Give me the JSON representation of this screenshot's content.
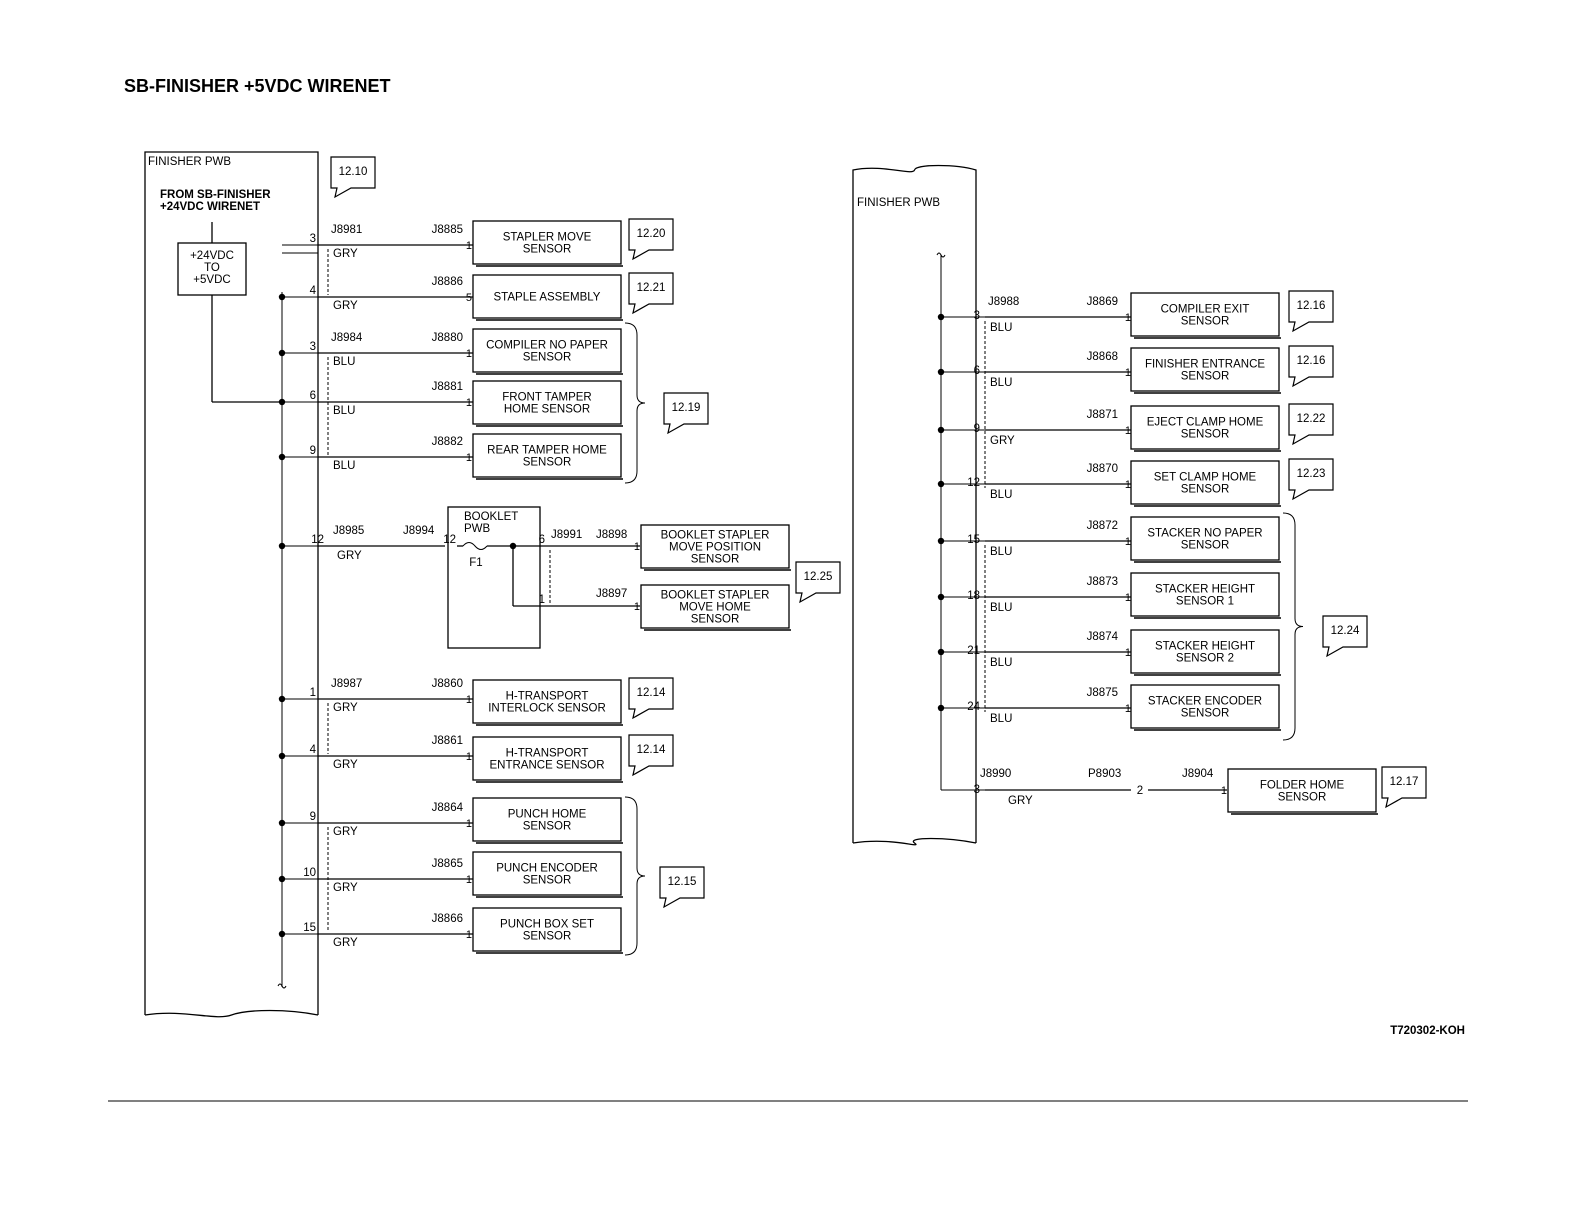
{
  "title": "SB-FINISHER  +5VDC WIRENET",
  "figure_id": "T720302-KOH",
  "left": {
    "board_label": "FINISHER PWB",
    "board_ref": "12.10",
    "from_label_1": "FROM SB-FINISHER",
    "from_label_2": "+24VDC WIRENET",
    "converter": [
      "+24VDC",
      "TO",
      "+5VDC"
    ],
    "rows": [
      {
        "pin": "3",
        "color": "GRY",
        "conn": "J8981",
        "dev_conn": "J8885",
        "dev_pin": "1",
        "label": [
          "STAPLER MOVE",
          "SENSOR"
        ],
        "ref": "12.20"
      },
      {
        "pin": "4",
        "color": "GRY",
        "conn": "",
        "dev_conn": "J8886",
        "dev_pin": "5",
        "label": [
          "STAPLE ASSEMBLY"
        ],
        "ref": "12.21"
      },
      {
        "pin": "3",
        "color": "BLU",
        "conn": "J8984",
        "dev_conn": "J8880",
        "dev_pin": "1",
        "label": [
          "COMPILER NO PAPER",
          "SENSOR"
        ],
        "ref": ""
      },
      {
        "pin": "6",
        "color": "BLU",
        "conn": "",
        "dev_conn": "J8881",
        "dev_pin": "1",
        "label": [
          "FRONT TAMPER",
          "HOME SENSOR"
        ],
        "ref": ""
      },
      {
        "pin": "9",
        "color": "BLU",
        "conn": "",
        "dev_conn": "J8882",
        "dev_pin": "1",
        "label": [
          "REAR TAMPER HOME",
          "SENSOR"
        ],
        "ref": ""
      },
      {
        "pin": "1",
        "color": "GRY",
        "conn": "J8987",
        "dev_conn": "J8860",
        "dev_pin": "1",
        "label": [
          "H-TRANSPORT",
          "INTERLOCK SENSOR"
        ],
        "ref": "12.14"
      },
      {
        "pin": "4",
        "color": "GRY",
        "conn": "",
        "dev_conn": "J8861",
        "dev_pin": "1",
        "label": [
          "H-TRANSPORT",
          "ENTRANCE  SENSOR"
        ],
        "ref": "12.14"
      },
      {
        "pin": "9",
        "color": "GRY",
        "conn": "",
        "dev_conn": "J8864",
        "dev_pin": "1",
        "label": [
          "PUNCH HOME",
          "SENSOR"
        ],
        "ref": ""
      },
      {
        "pin": "10",
        "color": "GRY",
        "conn": "",
        "dev_conn": "J8865",
        "dev_pin": "1",
        "label": [
          "PUNCH ENCODER",
          "SENSOR"
        ],
        "ref": ""
      },
      {
        "pin": "15",
        "color": "GRY",
        "conn": "",
        "dev_conn": "J8866",
        "dev_pin": "1",
        "label": [
          "PUNCH BOX SET",
          "SENSOR"
        ],
        "ref": ""
      }
    ],
    "group_refs": [
      "12.19",
      "12.15"
    ],
    "booklet": {
      "pin": "12",
      "color": "GRY",
      "conn": "J8985",
      "conn2": "J8994",
      "pwb_label": [
        "BOOKLET",
        "PWB"
      ],
      "pwb_in_pin": "12",
      "fuse": "F1",
      "out_pin_a": "6",
      "out_pin_b": "1",
      "out_conn": "J8991",
      "dev1_conn": "J8898",
      "dev1_pin": "1",
      "dev1_label": [
        "BOOKLET STAPLER",
        "MOVE POSITION",
        "SENSOR"
      ],
      "dev2_conn": "J8897",
      "dev2_pin": "1",
      "dev2_label": [
        "BOOKLET STAPLER",
        "MOVE HOME",
        "SENSOR"
      ],
      "ref": "12.25"
    }
  },
  "right": {
    "board_label": "FINISHER PWB",
    "rows": [
      {
        "pin": "3",
        "color": "BLU",
        "conn": "J8988",
        "dev_conn": "J8869",
        "dev_pin": "1",
        "label": [
          "COMPILER EXIT",
          "SENSOR"
        ],
        "ref": "12.16"
      },
      {
        "pin": "6",
        "color": "BLU",
        "conn": "",
        "dev_conn": "J8868",
        "dev_pin": "1",
        "label": [
          "FINISHER ENTRANCE",
          "SENSOR"
        ],
        "ref": "12.16"
      },
      {
        "pin": "9",
        "color": "GRY",
        "conn": "",
        "dev_conn": "J8871",
        "dev_pin": "1",
        "label": [
          "EJECT CLAMP HOME",
          "SENSOR"
        ],
        "ref": "12.22"
      },
      {
        "pin": "12",
        "color": "BLU",
        "conn": "",
        "dev_conn": "J8870",
        "dev_pin": "1",
        "label": [
          "SET CLAMP HOME",
          "SENSOR"
        ],
        "ref": "12.23"
      },
      {
        "pin": "15",
        "color": "BLU",
        "conn": "",
        "dev_conn": "J8872",
        "dev_pin": "1",
        "label": [
          "STACKER NO PAPER",
          "SENSOR"
        ],
        "ref": ""
      },
      {
        "pin": "18",
        "color": "BLU",
        "conn": "",
        "dev_conn": "J8873",
        "dev_pin": "1",
        "label": [
          "STACKER HEIGHT",
          "SENSOR 1"
        ],
        "ref": ""
      },
      {
        "pin": "21",
        "color": "BLU",
        "conn": "",
        "dev_conn": "J8874",
        "dev_pin": "1",
        "label": [
          "STACKER HEIGHT",
          "SENSOR 2"
        ],
        "ref": ""
      },
      {
        "pin": "24",
        "color": "BLU",
        "conn": "",
        "dev_conn": "J8875",
        "dev_pin": "1",
        "label": [
          "STACKER ENCODER",
          "SENSOR"
        ],
        "ref": ""
      }
    ],
    "group_ref": "12.24",
    "folder": {
      "pin": "3",
      "color": "GRY",
      "conn": "J8990",
      "mid_conn": "P8903",
      "mid_pin": "2",
      "dev_conn": "J8904",
      "dev_pin": "1",
      "label": [
        "FOLDER HOME",
        "SENSOR"
      ],
      "ref": "12.17"
    }
  }
}
